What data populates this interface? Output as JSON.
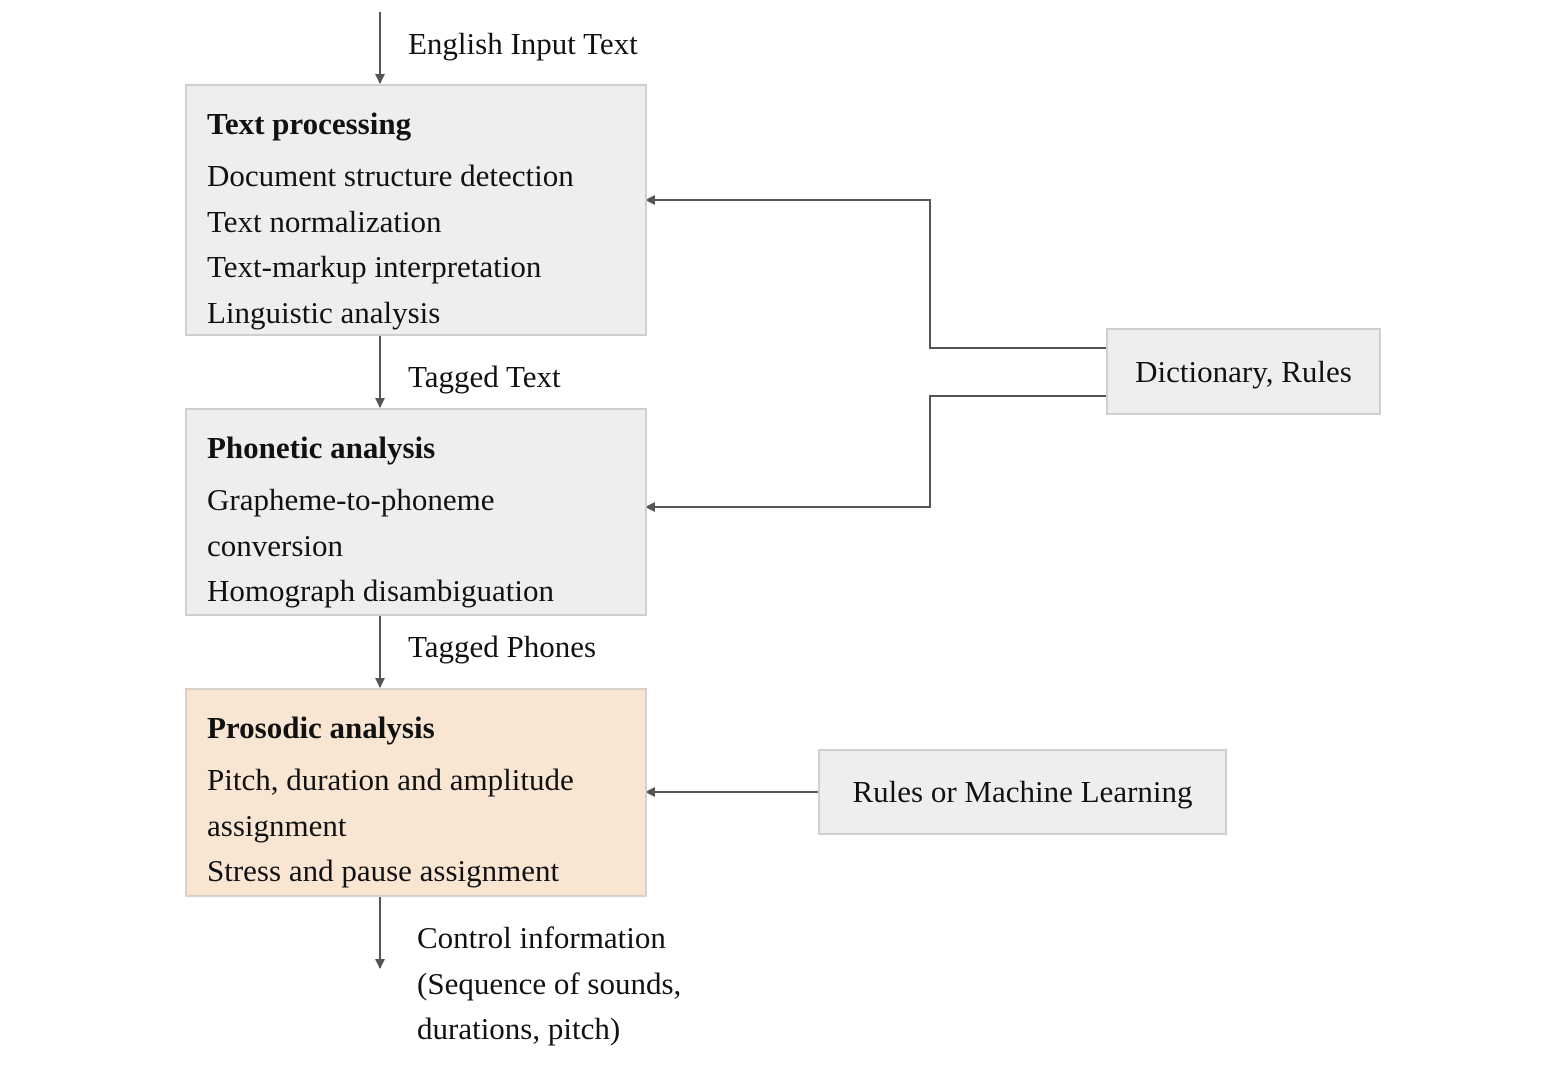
{
  "input_label": "English Input Text",
  "text_processing": {
    "title": "Text processing",
    "items": [
      "Document structure detection",
      "Text normalization",
      "Text-markup interpretation",
      "Linguistic analysis"
    ]
  },
  "tagged_text_label": "Tagged Text",
  "phonetic_analysis": {
    "title": "Phonetic analysis",
    "items": [
      "Grapheme-to-phoneme",
      "conversion",
      "Homograph disambiguation"
    ]
  },
  "tagged_phones_label": "Tagged Phones",
  "prosodic_analysis": {
    "title": "Prosodic analysis",
    "items": [
      "Pitch, duration and amplitude",
      "assignment",
      "Stress and pause assignment"
    ]
  },
  "output_label": [
    "Control information",
    "(Sequence of sounds,",
    "durations, pitch)"
  ],
  "dictionary_rules": "Dictionary, Rules",
  "rules_ml": "Rules or Machine Learning",
  "colors": {
    "box_fill": "#eeeeee",
    "box_border": "#cfcfcf",
    "accent_fill": "#f8e6d3",
    "line": "#555555",
    "text": "#111111"
  }
}
